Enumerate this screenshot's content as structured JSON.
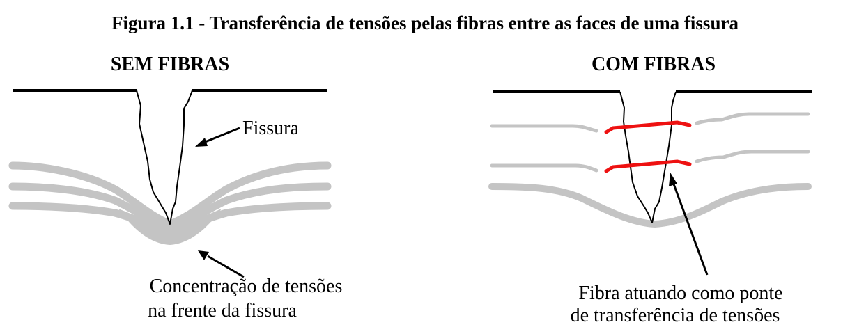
{
  "figure": {
    "caption": "Figura 1.1 - Transferência de tensões pelas fibras entre as faces de uma fissura"
  },
  "left_panel": {
    "title": "SEM FIBRAS",
    "crack_label": "Fissura",
    "concentration_label_line1": "Concentração de tensões",
    "concentration_label_line2": "na frente da fissura"
  },
  "right_panel": {
    "title": "COM FIBRAS",
    "fiber_label_line1": "Fibra atuando como ponte",
    "fiber_label_line2": "de transferência de tensões"
  },
  "colors": {
    "stress_lines": "#c4c4c4",
    "fiber": "#ee1111",
    "crack": "#000000"
  }
}
